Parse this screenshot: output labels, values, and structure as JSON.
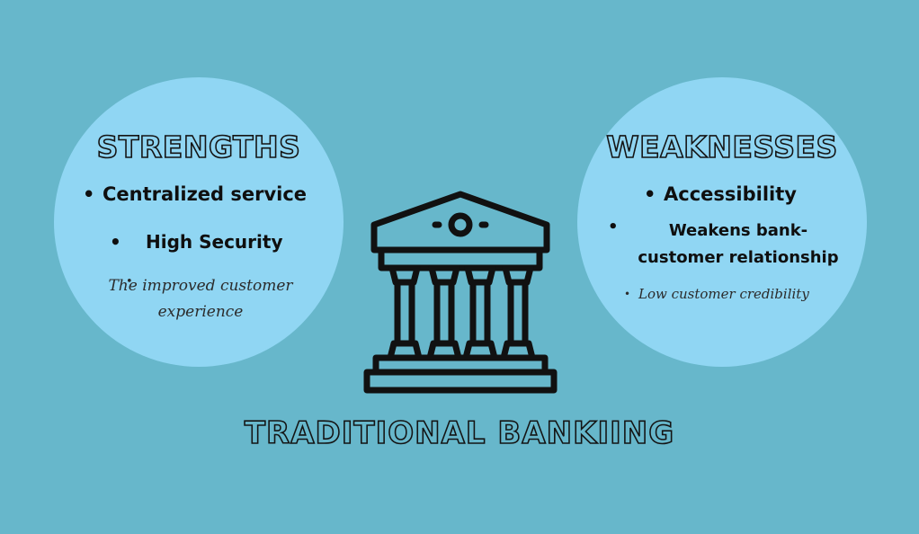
{
  "title": "TRADITIONAL BANKIING",
  "strengths": {
    "heading": "STRENGTHS",
    "items": [
      "Centralized service",
      "High Security",
      "The improved customer experience"
    ]
  },
  "weaknesses": {
    "heading": "WEAKNESSES",
    "items": [
      "Accessibility",
      "Weakens bank-customer relationship",
      "Low customer credibility"
    ]
  },
  "icons": {
    "center": "bank-building-icon",
    "bullet": "bullet-dot"
  },
  "colors": {
    "background": "#67b7cb",
    "circle": "#90d6f3",
    "outline": "#141414"
  }
}
